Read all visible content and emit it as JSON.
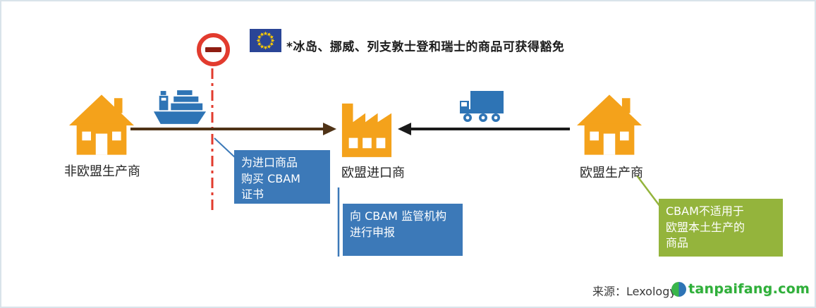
{
  "header": {
    "exemption_note": "*冰岛、挪威、列支敦士登和瑞士的商品可获得豁免"
  },
  "actors": {
    "non_eu_producer": {
      "label": "非欧盟生产商"
    },
    "eu_importer": {
      "label": "欧盟进口商"
    },
    "eu_producer": {
      "label": "欧盟生产商"
    }
  },
  "callouts": {
    "buy_certificate": {
      "text": "为进口商品\n购买 CBAM\n证书"
    },
    "declare": {
      "text": "向 CBAM 监管机构\n进行申报"
    },
    "not_applicable": {
      "text": "CBAM不适用于\n欧盟本土生产的\n商品"
    }
  },
  "footer": {
    "source": "来源：Lexology",
    "watermark": "tanpaifang.com"
  },
  "icons": {
    "no_entry": "no-entry-sign",
    "eu_flag": "eu-flag",
    "non_eu_house": "house",
    "eu_house": "house",
    "factory": "factory",
    "ship": "cargo-ship",
    "truck": "truck",
    "watermark_logo": "tanpaifang-logo"
  },
  "colors": {
    "building_orange": "#F4A21B",
    "callout_blue": "#3C79B8",
    "callout_green": "#94B43C",
    "vehicle_blue": "#2E74B5",
    "prohibit_red": "#E23B2E",
    "import_arrow_brown": "#4F3317",
    "domestic_arrow_black": "#1A1A1A",
    "watermark_green": "#2FAF3A"
  }
}
